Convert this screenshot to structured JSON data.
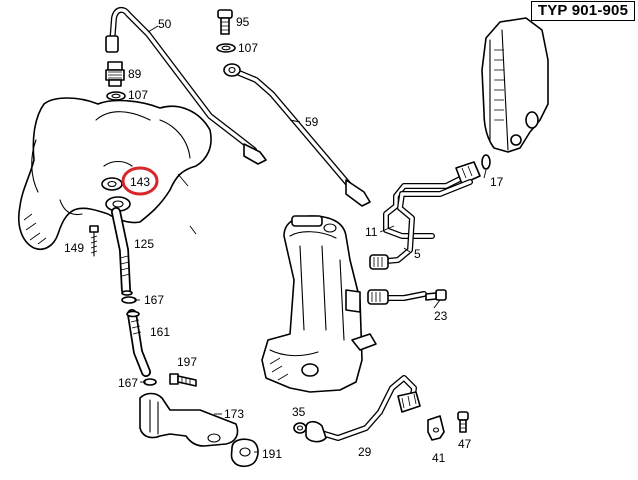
{
  "header": {
    "type_label": "TYP 901-905"
  },
  "highlight": {
    "part_number": "143",
    "ring_color": "#d8262b"
  },
  "callouts": {
    "p50": "50",
    "p95": "95",
    "p107a": "107",
    "p89": "89",
    "p107b": "107",
    "p59": "59",
    "p17": "17",
    "p143": "143",
    "p11": "11",
    "p5": "5",
    "p149": "149",
    "p125": "125",
    "p167a": "167",
    "p161": "161",
    "p23": "23",
    "p197": "197",
    "p167b": "167",
    "p173": "173",
    "p35": "35",
    "p47": "47",
    "p29": "29",
    "p41": "41",
    "p191": "191"
  }
}
